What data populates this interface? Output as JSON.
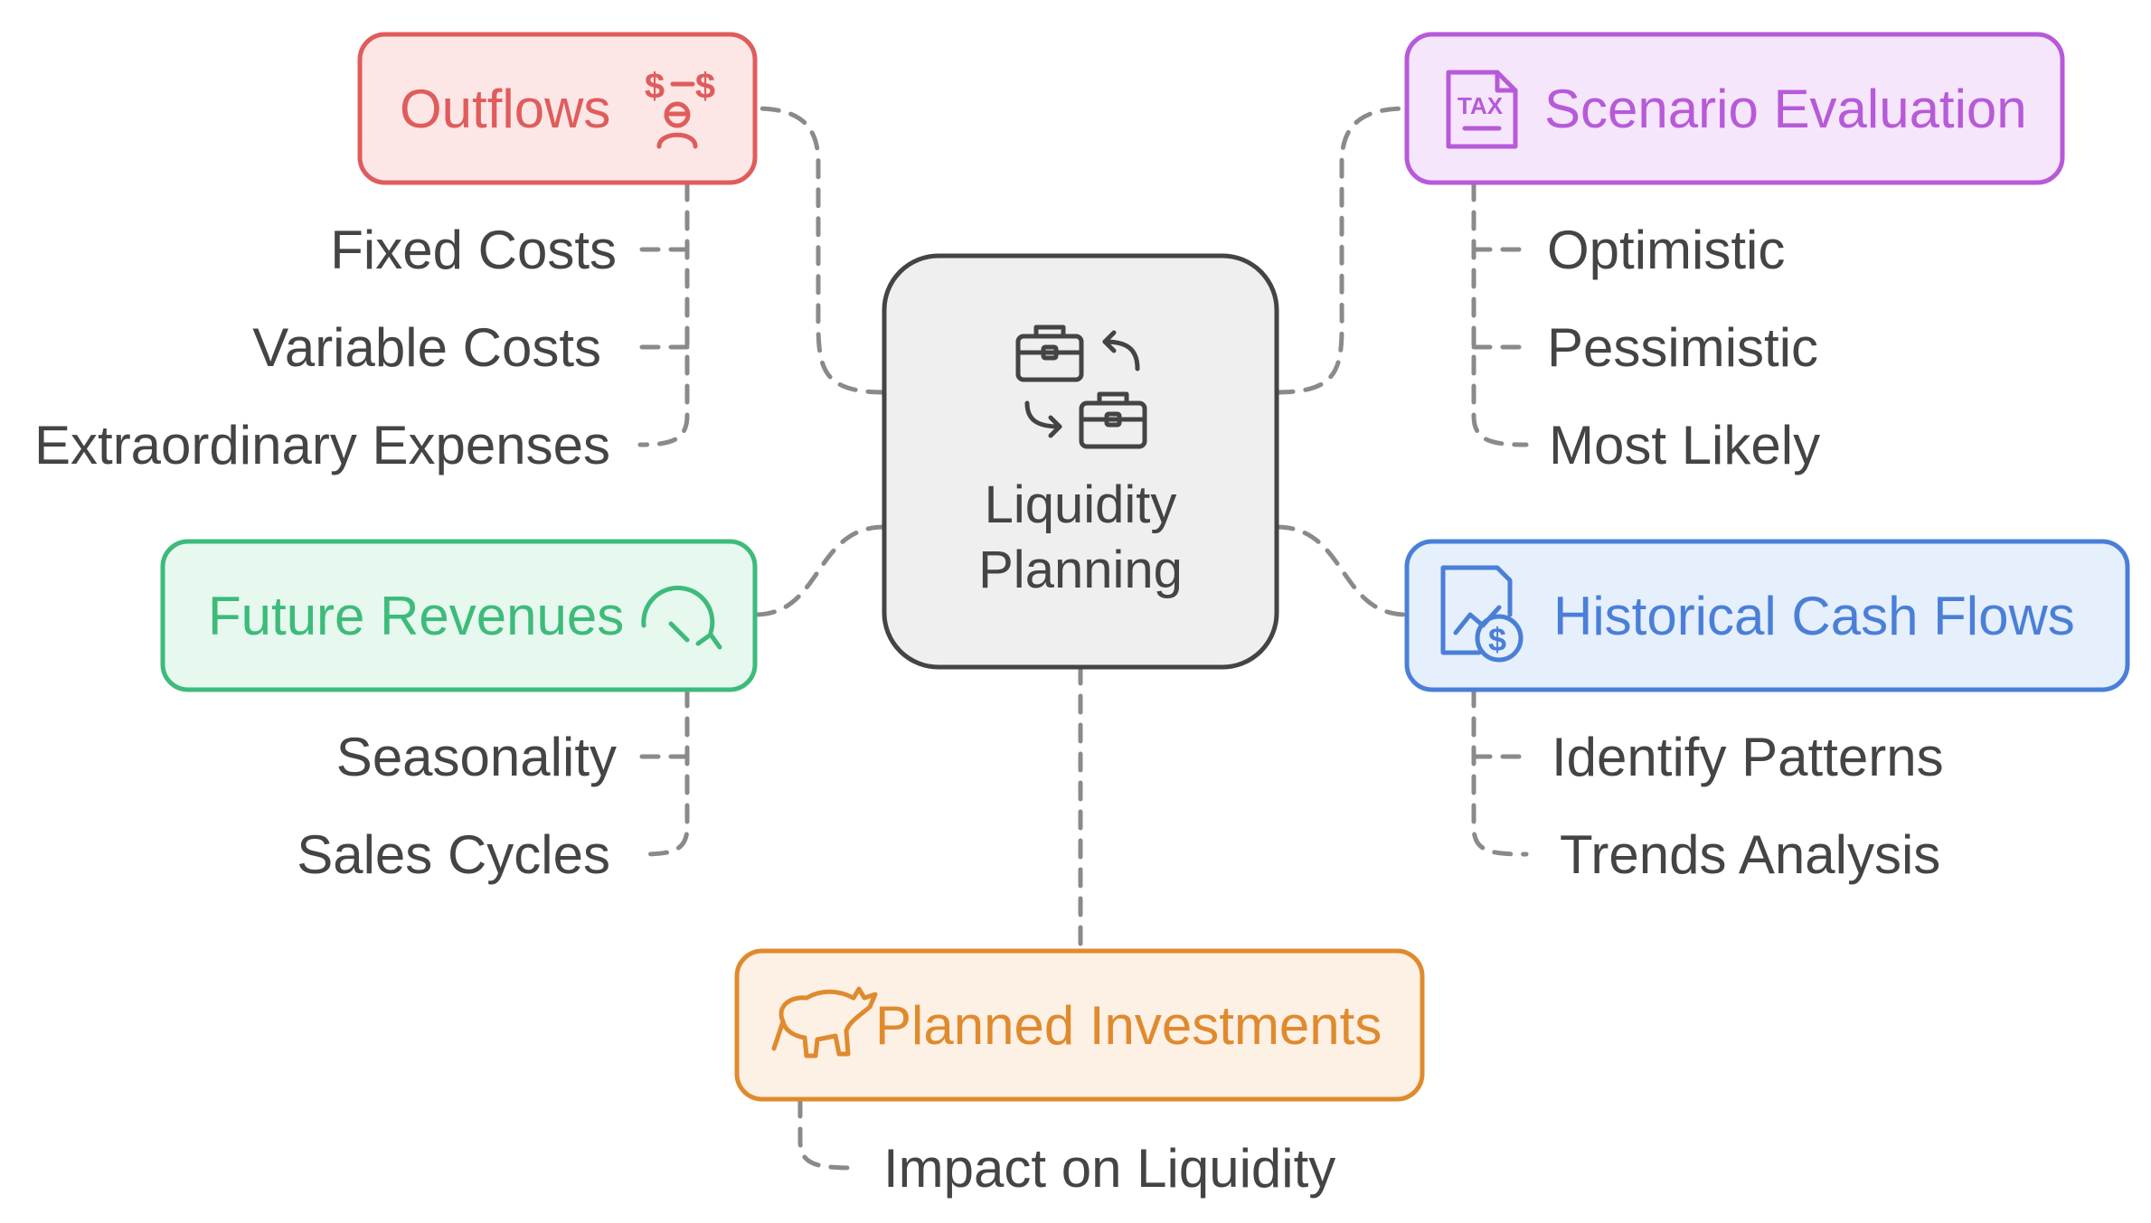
{
  "center": {
    "line1": "Liquidity",
    "line2": "Planning",
    "icon": "briefcase-exchange-icon"
  },
  "nodes": {
    "outflows": {
      "label": "Outflows",
      "icon": "money-stress-person-icon",
      "color": "#e05c5c",
      "fill": "#fde6e6",
      "items": [
        "Fixed Costs",
        "Variable Costs",
        "Extraordinary Expenses"
      ]
    },
    "future_revenues": {
      "label": "Future Revenues",
      "icon": "circular-arrow-icon",
      "color": "#3dbb7a",
      "fill": "#e7f8ef",
      "items": [
        "Seasonality",
        "Sales Cycles"
      ]
    },
    "scenario": {
      "label": "Scenario Evaluation",
      "icon": "tax-document-icon",
      "color": "#b75ad9",
      "fill": "#f6e6fc",
      "items": [
        "Optimistic",
        "Pessimistic",
        "Most Likely"
      ]
    },
    "historical": {
      "label": "Historical Cash Flows",
      "icon": "chart-dollar-icon",
      "color": "#4a7fd8",
      "fill": "#e6effc",
      "items": [
        "Identify Patterns",
        "Trends Analysis"
      ]
    },
    "planned": {
      "label": "Planned Investments",
      "icon": "bull-icon",
      "color": "#e08a2e",
      "fill": "#fdf0e4",
      "items": [
        "Impact on Liquidity"
      ]
    }
  }
}
